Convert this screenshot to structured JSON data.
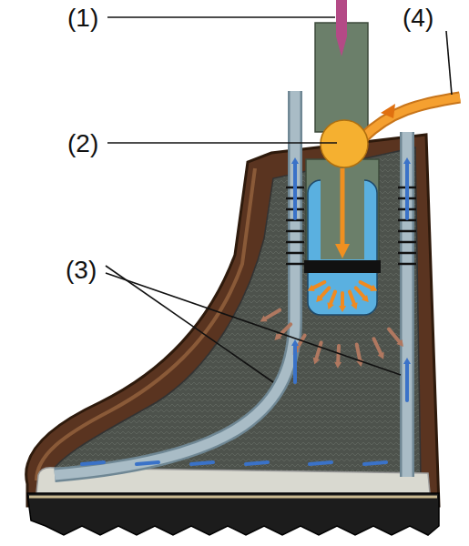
{
  "diagram": {
    "labels": [
      "(1)",
      "(2)",
      "(3)",
      "(4)"
    ]
  }
}
